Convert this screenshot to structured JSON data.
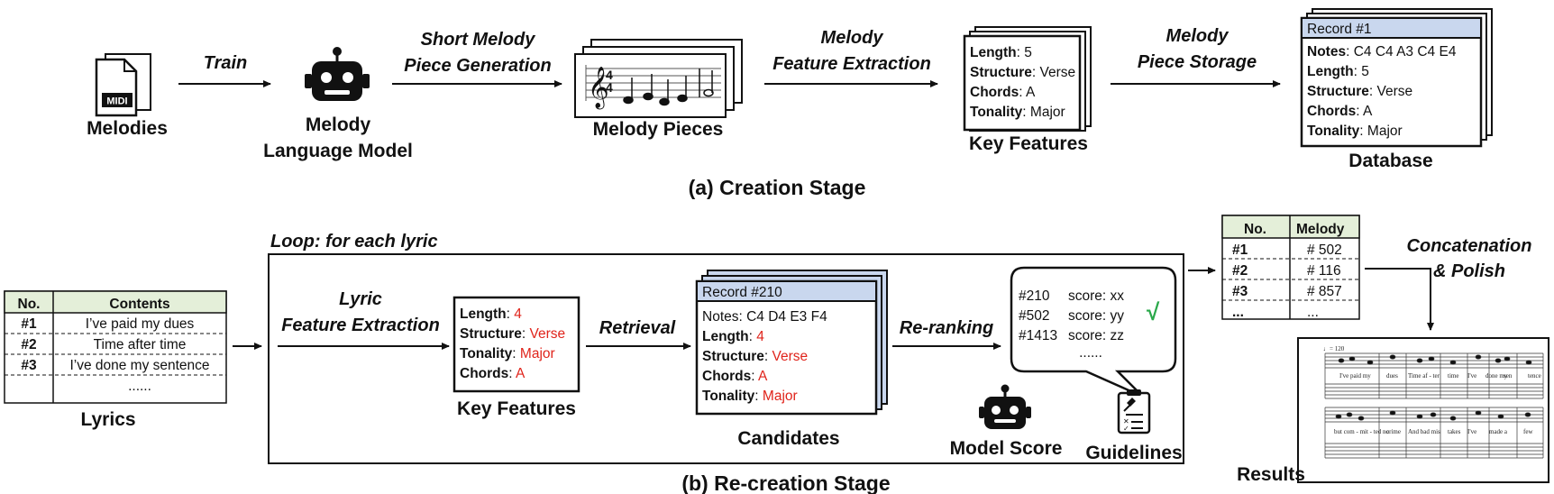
{
  "stage_a": {
    "caption": "(a) Creation Stage",
    "melodies_label": "Melodies",
    "midi_text": "MIDI",
    "train_label": "Train",
    "lm_label": [
      "Melody",
      "Language Model"
    ],
    "gen_label": [
      "Short Melody",
      "Piece Generation"
    ],
    "pieces_label": "Melody Pieces",
    "extract_label": [
      "Melody",
      "Feature Extraction"
    ],
    "key_features_label": "Key Features",
    "key_features": [
      {
        "k": "Length",
        "v": "5"
      },
      {
        "k": "Structure",
        "v": "Verse"
      },
      {
        "k": "Chords",
        "v": "A"
      },
      {
        "k": "Tonality",
        "v": "Major"
      }
    ],
    "storage_label": [
      "Melody",
      "Piece Storage"
    ],
    "record_header": "Record #1",
    "record_fields": [
      {
        "k": "Notes",
        "v": "C4 C4 A3 C4 E4"
      },
      {
        "k": "Length",
        "v": "5"
      },
      {
        "k": "Structure",
        "v": "Verse"
      },
      {
        "k": "Chords",
        "v": "A"
      },
      {
        "k": "Tonality",
        "v": "Major"
      }
    ],
    "database_label": "Database"
  },
  "stage_b": {
    "caption": "(b) Re-creation Stage",
    "loop_label": "Loop: for each lyric",
    "lyrics_table": {
      "headers": [
        "No.",
        "Contents"
      ],
      "rows": [
        [
          "#1",
          "I’ve paid my dues"
        ],
        [
          "#2",
          "Time after time"
        ],
        [
          "#3",
          "I’ve done my sentence"
        ],
        [
          "",
          "......"
        ]
      ]
    },
    "lyrics_label": "Lyrics",
    "lyric_extract_label": [
      "Lyric",
      "Feature Extraction"
    ],
    "key_features_label": "Key Features",
    "key_features": [
      {
        "k": "Length",
        "v": "4"
      },
      {
        "k": "Structure",
        "v": "Verse"
      },
      {
        "k": "Tonality",
        "v": "Major"
      },
      {
        "k": "Chords",
        "v": "A"
      }
    ],
    "retrieval_label": "Retrieval",
    "candidate_header": "Record #210",
    "candidate_notes": "Notes: C4 D4 E3 F4",
    "candidate_fields": [
      {
        "k": "Length",
        "v": "4"
      },
      {
        "k": "Structure",
        "v": "Verse"
      },
      {
        "k": "Chords",
        "v": "A"
      },
      {
        "k": "Tonality",
        "v": "Major"
      }
    ],
    "candidates_label": "Candidates",
    "rerank_label": "Re-ranking",
    "scores": [
      {
        "id": "#210",
        "score": "score: xx"
      },
      {
        "id": "#502",
        "score": "score: yy"
      },
      {
        "id": "#1413",
        "score": "score: zz"
      }
    ],
    "scores_more": "......",
    "check_mark": "√",
    "model_score_label": "Model Score",
    "guidelines_label": "Guidelines",
    "result_table": {
      "headers": [
        "No.",
        "Melody"
      ],
      "rows": [
        [
          "#1",
          "# 502"
        ],
        [
          "#2",
          "# 116"
        ],
        [
          "#3",
          "# 857"
        ],
        [
          "...",
          "..."
        ]
      ]
    },
    "concat_label": [
      "Concatenation",
      "& Polish"
    ],
    "results_label": "Results",
    "score_tempo": "♩= 120",
    "score_lyrics_1": [
      "I've paid my",
      "dues",
      "Time af - ter",
      "time",
      "I've",
      "done my",
      "sen",
      "tence"
    ],
    "score_lyrics_2": [
      "but com - mit - ted no",
      "crime",
      "And bad mis",
      "takes",
      "I've",
      "made a",
      "few"
    ]
  },
  "colors": {
    "accent_red": "#e0241b",
    "record_header_fill": "#c9d7ee",
    "table_header_fill": "#e4efd9",
    "check_green": "#2aa84a"
  }
}
